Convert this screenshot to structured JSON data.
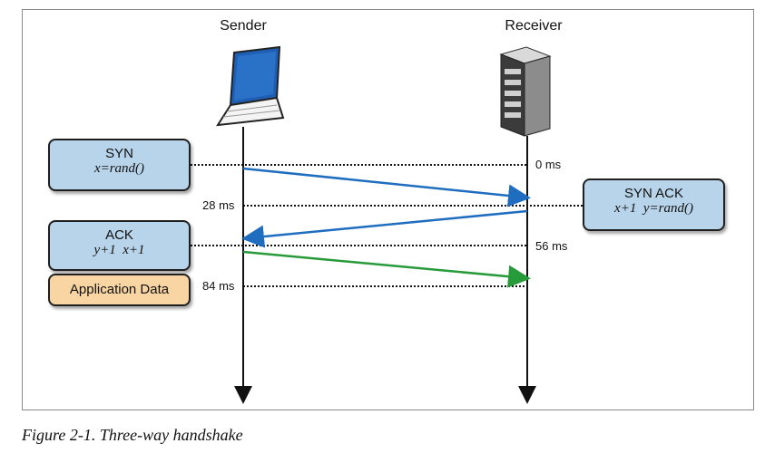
{
  "endpoints": {
    "sender": "Sender",
    "receiver": "Receiver"
  },
  "messages": {
    "syn": {
      "title": "SYN",
      "detail": "x=rand()"
    },
    "syn_ack": {
      "title": "SYN ACK",
      "detail": "x+1  y=rand()"
    },
    "ack": {
      "title": "ACK",
      "detail": "y+1  x+1"
    },
    "app_data": {
      "title": "Application Data"
    }
  },
  "timings": [
    "0 ms",
    "28 ms",
    "56 ms",
    "84 ms"
  ],
  "colors": {
    "arrow_blue": "#1f6dbf",
    "arrow_green": "#279a3a",
    "box_blue": "#b8d4ea",
    "box_orange": "#f8d5a3"
  },
  "caption": "Figure 2-1. Three-way handshake"
}
